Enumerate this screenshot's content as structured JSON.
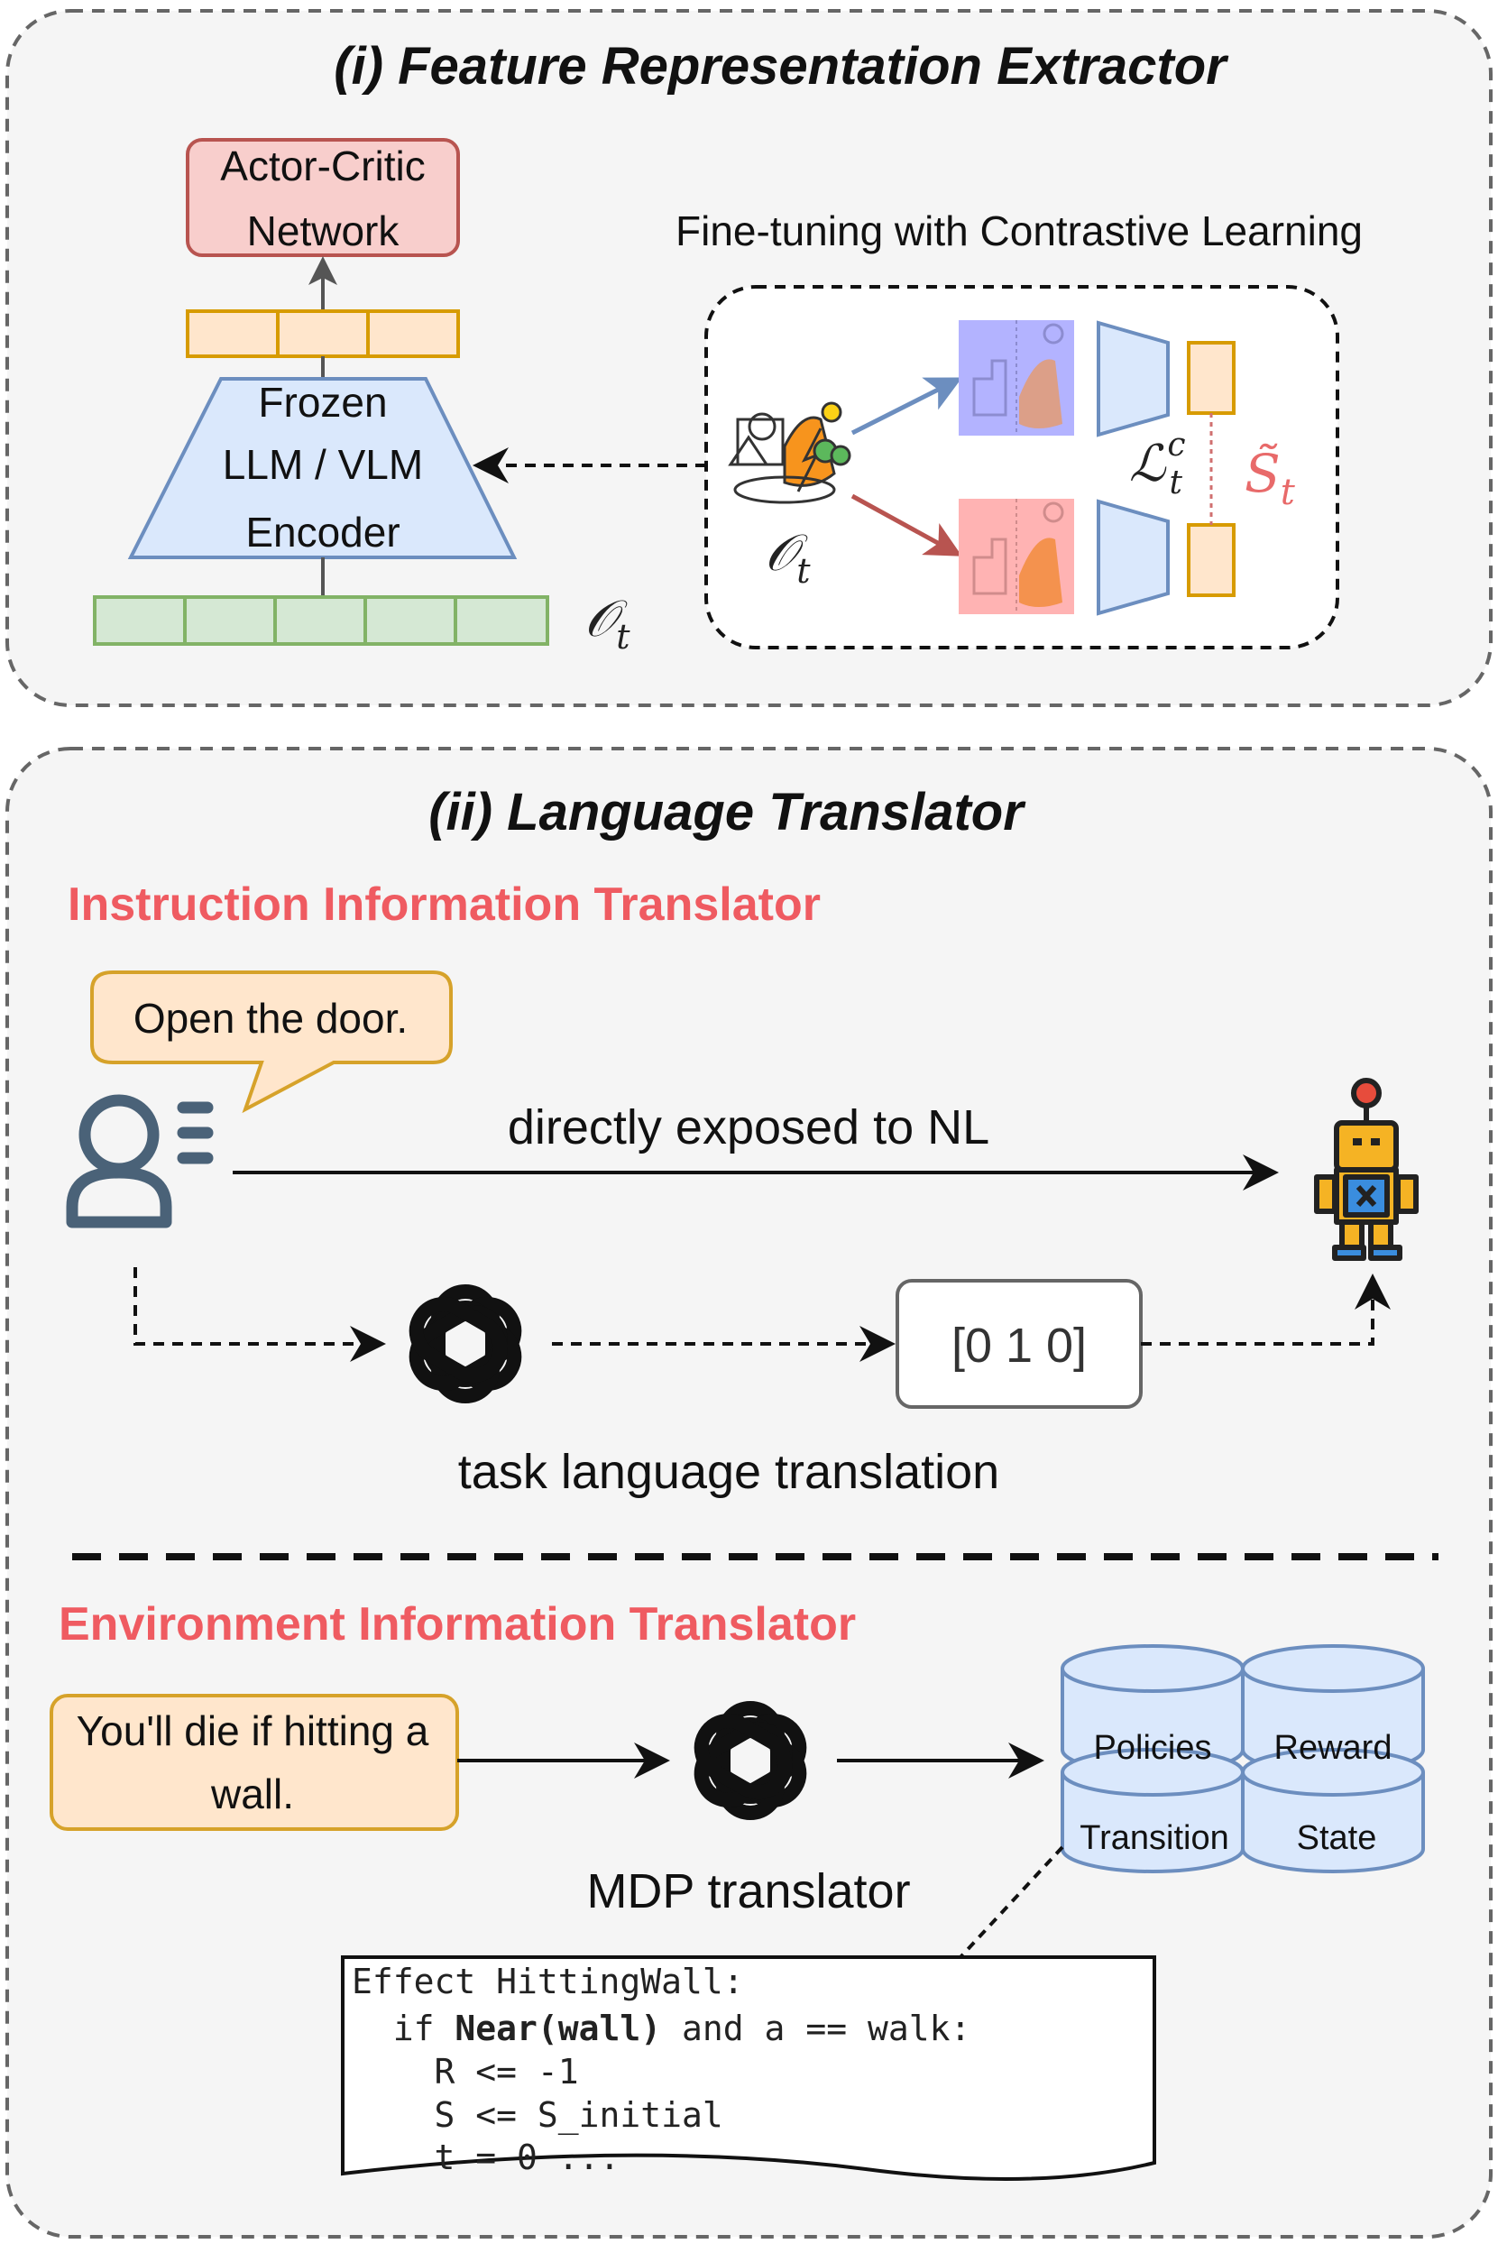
{
  "panel1": {
    "title": "(i) Feature Representation Extractor",
    "actor_critic_line1": "Actor-Critic",
    "actor_critic_line2": "Network",
    "encoder_line1": "Frozen",
    "encoder_line2": "LLM / VLM",
    "encoder_line3": "Encoder",
    "observation_symbol": "𝒪",
    "observation_sub": "t",
    "finetune_title": "Fine-tuning with Contrastive Learning",
    "loss_symbol": "ℒ",
    "loss_sub": "t",
    "loss_sup": "c",
    "state_symbol": "S̃",
    "state_sub": "t",
    "colors": {
      "actor_fill": "#f8cecc",
      "actor_stroke": "#b85450",
      "feature_fill": "#ffe6cc",
      "feature_stroke": "#d79b00",
      "encoder_fill": "#dae8fc",
      "encoder_stroke": "#6c8ebf",
      "obs_fill": "#d5e8d4",
      "obs_stroke": "#82b366",
      "augment_blue": "#b3b3ff",
      "augment_red": "#ffb3b3",
      "arrow_blue": "#6c8ebf",
      "arrow_red": "#b85450",
      "state_red": "#e86a6a"
    }
  },
  "panel2": {
    "title": "(ii) Language Translator",
    "instruction_heading": "Instruction Information Translator",
    "speech_text": "Open the door.",
    "direct_label": "directly exposed to NL",
    "vector_text": "[0 1 0]",
    "task_label": "task language translation",
    "environment_heading": "Environment Information Translator",
    "env_box_line1": "You'll die if hitting a",
    "env_box_line2": "wall.",
    "mdp_label": "MDP translator",
    "db_policies": "Policies",
    "db_reward": "Reward",
    "db_transition": "Transition",
    "db_state": "State",
    "code": {
      "line1": "Effect HittingWall:",
      "line2_pre": "  if ",
      "line2_bold": "Near(wall)",
      "line2_post": " and a == walk:",
      "line3": "    R <= -1",
      "line4": "    S <= S_initial",
      "line5": "    t = 0 ..."
    },
    "icons": [
      "user-icon",
      "openai-logo-icon",
      "robot-icon",
      "database-icon"
    ],
    "colors": {
      "heading": "#ef5b61",
      "bubble_fill": "#ffe6cc",
      "bubble_stroke": "#d6a22a",
      "db_fill": "#dae8fc",
      "db_stroke": "#6c8ebf",
      "user": "#4a6278"
    }
  }
}
